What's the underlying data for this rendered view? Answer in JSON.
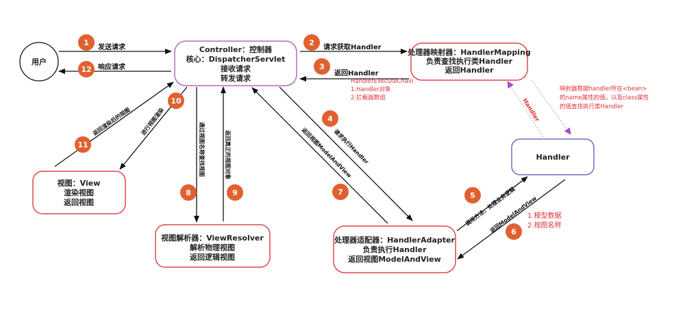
{
  "colors": {
    "step_circle": "#e0612f",
    "box_red": "#e0454f",
    "box_purple": "#b36ab8",
    "box_blue": "#6e6ac8",
    "note_red": "#e0303a",
    "dotted_arrow": "#a64ac9"
  },
  "nodes": {
    "user": "用户",
    "controller": [
      "Controller：控制器",
      "核心：DispatcherServlet",
      "接收请求",
      "转发请求"
    ],
    "mapping": [
      "处理器映射器：HandlerMapping",
      "负责查找执行类Handler",
      "返回Handler"
    ],
    "handler": "Handler",
    "view": [
      "视图：View",
      "渲染视图",
      "返回视图"
    ],
    "resolver": [
      "视图解析器：ViewResolver",
      "解析物理视图",
      "返回逻辑视图"
    ],
    "adapter": [
      "处理器适配器：HandlerAdapter",
      "负责执行Handler",
      "返回视图ModelAndView"
    ]
  },
  "steps": [
    {
      "n": "1",
      "label": "发送请求"
    },
    {
      "n": "2",
      "label": "请求获取Handler"
    },
    {
      "n": "3",
      "label": "返回Handler"
    },
    {
      "n": "4",
      "label": "请求执行Handler"
    },
    {
      "n": "5",
      "label": "调用方法，处理业务逻辑"
    },
    {
      "n": "6",
      "label": "返回ModelAndView"
    },
    {
      "n": "7",
      "label": "返回视图ModelAndView"
    },
    {
      "n": "8",
      "label": "通过视图名称查找视图"
    },
    {
      "n": "9",
      "label": "返回真正的视图对象"
    },
    {
      "n": "10",
      "label": "进行视图渲染"
    },
    {
      "n": "11",
      "label": "返回渲染后的视图"
    },
    {
      "n": "12",
      "label": "响应请求"
    }
  ],
  "notes": {
    "chain": [
      "HandlerExecuteChain",
      "1.Handler对象",
      "2.拦截器数组"
    ],
    "mapping_rule": [
      "映射器根据handler所在<bean>",
      "的name属性的值，以及class属性",
      "的值查找执行类Handler"
    ],
    "handler_return": "Handler",
    "model": [
      "1.模型数据",
      "2.视图名称"
    ]
  }
}
